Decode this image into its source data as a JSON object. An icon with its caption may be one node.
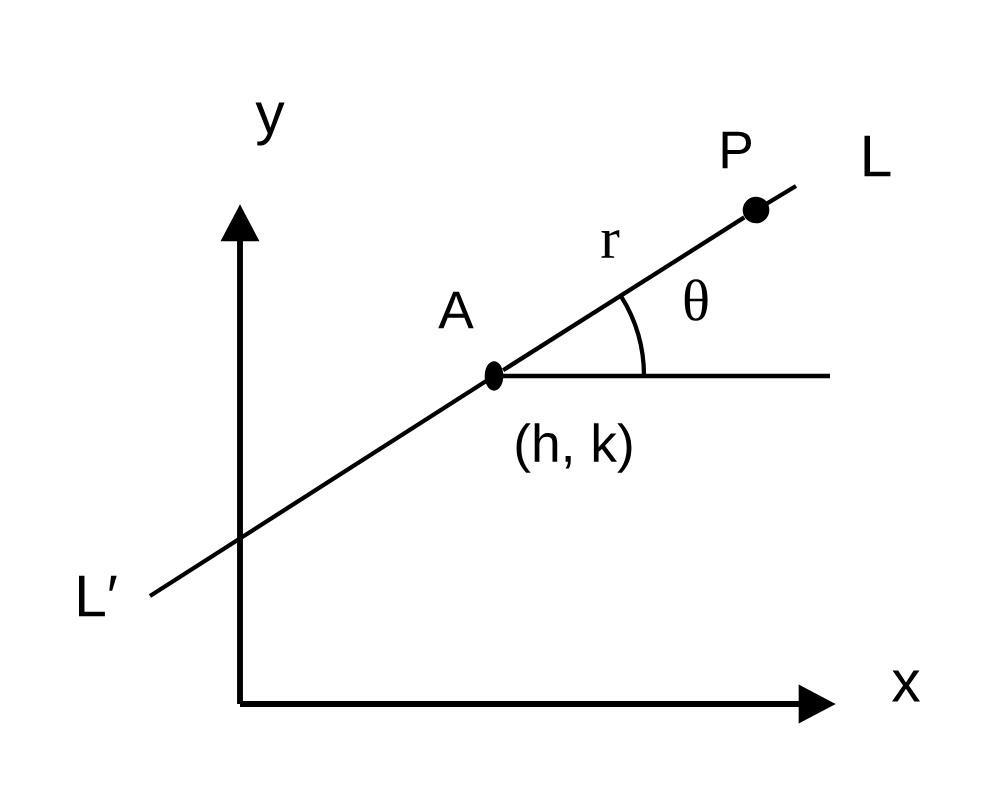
{
  "diagram": {
    "nodes": [
      {
        "text": [],
        "shape": "circle",
        "beside": [
          "A",
          "(h, k)"
        ]
      },
      {
        "text": [],
        "shape": "circle",
        "beside": [
          "P"
        ]
      }
    ],
    "edges": [
      {
        "from": 0,
        "to": 1,
        "arrow": "none",
        "label": "r"
      }
    ],
    "labels": [
      "y",
      "L",
      "θ",
      "L′",
      "x"
    ]
  }
}
